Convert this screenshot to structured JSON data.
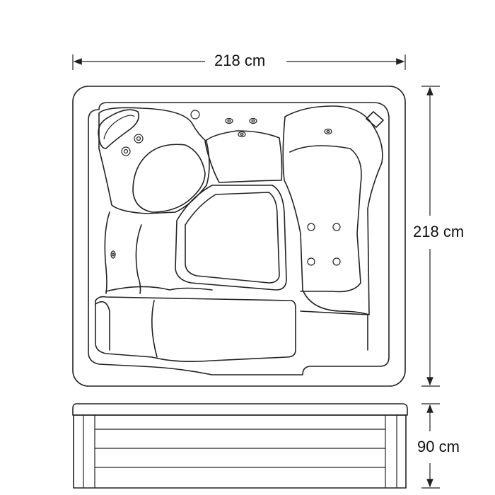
{
  "dimensions": {
    "width": "218 cm",
    "length": "218 cm",
    "height": "90 cm"
  },
  "colors": {
    "line": "#222222",
    "background": "#ffffff"
  }
}
